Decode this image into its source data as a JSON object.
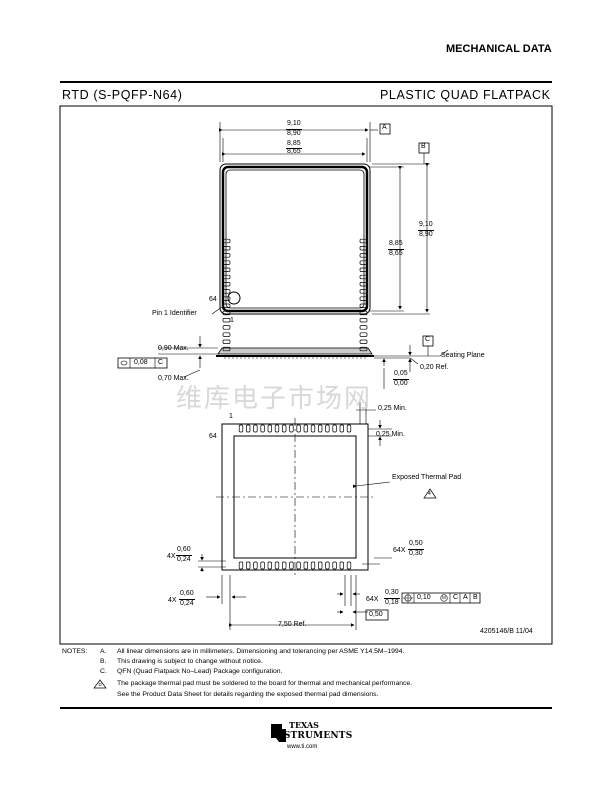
{
  "header": {
    "section_title": "MECHANICAL DATA"
  },
  "title_bar": {
    "package_code": "RTD (S-PQFP-N64)",
    "package_name": "PLASTIC QUAD FLATPACK"
  },
  "top_view": {
    "overall_max": "9,10",
    "overall_min": "8,90",
    "body_max": "8,85",
    "body_min": "8,65",
    "side_overall_max": "9,10",
    "side_overall_min": "8,90",
    "side_body_max": "8,85",
    "side_body_min": "8,65",
    "datum_a": "A",
    "datum_b": "B",
    "pin64_label": "64",
    "pin1_label": "1",
    "pin1_identifier": "Pin 1 Identifier"
  },
  "side_view": {
    "height_max": "0,90 Max.",
    "height_max2": "0,70 Max.",
    "coplanarity": "0,08",
    "coplanarity_datum": "C",
    "datum_c": "C",
    "seating_plane": "Seating Plane",
    "ref_020": "0,20 Ref.",
    "standoff_max": "0,05",
    "standoff_min": "0,00"
  },
  "bottom_view": {
    "pin1_label": "1",
    "pin64_label": "64",
    "min_025_a": "0,25 Min.",
    "min_025_b": "0,25 Min.",
    "exposed_thermal_pad": "Exposed Thermal Pad",
    "warn_symbol": "4",
    "lead_len_count": "64X",
    "lead_len_max": "0,50",
    "lead_len_min": "0,30",
    "pad_left_count_a": "4X",
    "pad_left_max_a": "0,60",
    "pad_left_min_a": "0,24",
    "pad_left_count_b": "4X",
    "pad_left_max_b": "0,60",
    "pad_left_min_b": "0,24",
    "lead_width_count": "64X",
    "lead_width_max": "0,30",
    "lead_width_min": "0,18",
    "position_tol": "0,10",
    "tol_mod": "M",
    "tol_datums": [
      "C",
      "A",
      "B"
    ],
    "pitch": "0,50",
    "ref_750": "7,50 Ref.",
    "doc_id": "4205146/B 11/04"
  },
  "notes": {
    "heading": "NOTES:",
    "items": [
      {
        "letter": "A.",
        "text": "All linear dimensions are in millimeters. Dimensioning and tolerancing per ASME Y14.5M–1994."
      },
      {
        "letter": "B.",
        "text": "This drawing is subject to change without notice."
      },
      {
        "letter": "C.",
        "text": "QFN (Quad Flatpack No–Lead) Package configuration."
      },
      {
        "letter": "D",
        "text": "The package thermal pad must be soldered to the board for thermal and mechanical performance."
      },
      {
        "letter": "",
        "text": "See the Product Data Sheet for details regarding the exposed thermal pad dimensions."
      }
    ]
  },
  "watermark": "维库电子市场网",
  "footer": {
    "brand_line1": "TEXAS",
    "brand_line2": "INSTRUMENTS",
    "url": "www.ti.com"
  }
}
